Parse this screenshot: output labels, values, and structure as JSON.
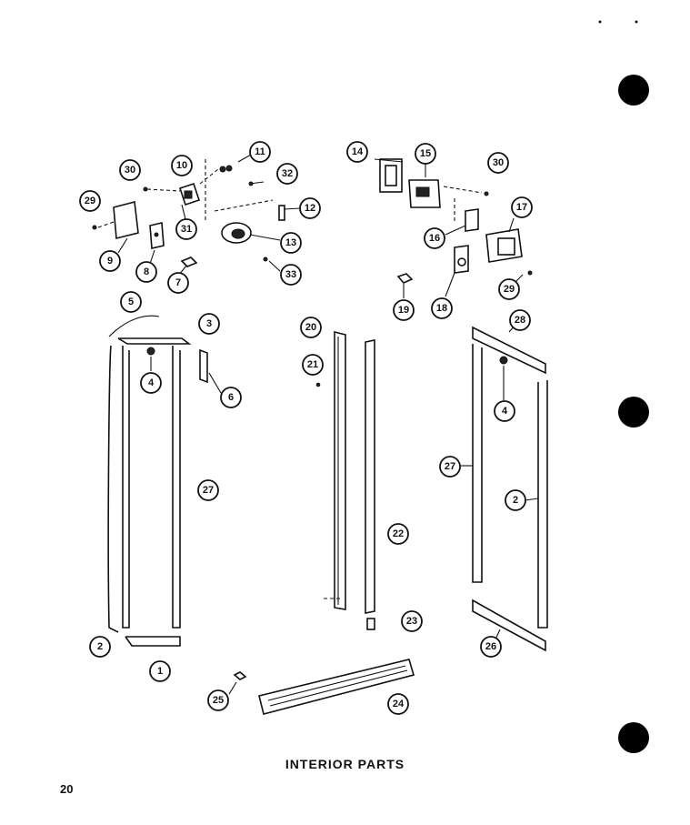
{
  "caption": "INTERIOR PARTS",
  "page_number": "20",
  "callouts": [
    {
      "label": "1"
    },
    {
      "label": "2"
    },
    {
      "label": "3"
    },
    {
      "label": "4"
    },
    {
      "label": "6"
    },
    {
      "label": "27"
    },
    {
      "label": "5"
    },
    {
      "label": "2"
    },
    {
      "label": "7"
    },
    {
      "label": "8"
    },
    {
      "label": "9"
    },
    {
      "label": "29"
    },
    {
      "label": "30"
    },
    {
      "label": "10"
    },
    {
      "label": "31"
    },
    {
      "label": "11"
    },
    {
      "label": "32"
    },
    {
      "label": "12"
    },
    {
      "label": "13"
    },
    {
      "label": "33"
    },
    {
      "label": "14"
    },
    {
      "label": "15"
    },
    {
      "label": "30"
    },
    {
      "label": "16"
    },
    {
      "label": "17"
    },
    {
      "label": "29"
    },
    {
      "label": "18"
    },
    {
      "label": "19"
    },
    {
      "label": "20"
    },
    {
      "label": "21"
    },
    {
      "label": "22"
    },
    {
      "label": "23"
    },
    {
      "label": "24"
    },
    {
      "label": "25"
    },
    {
      "label": "28"
    },
    {
      "label": "4"
    },
    {
      "label": "27"
    },
    {
      "label": "2"
    },
    {
      "label": "26"
    }
  ]
}
